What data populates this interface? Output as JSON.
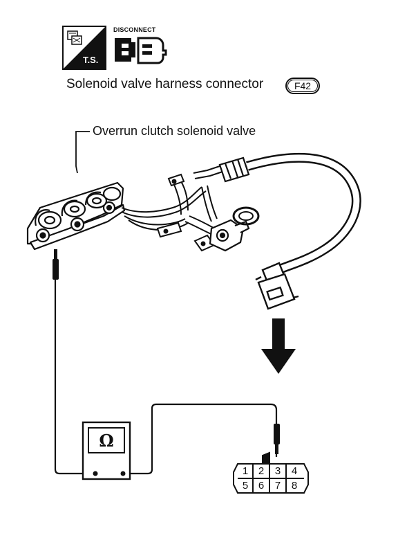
{
  "icons": {
    "troubleshooting": {
      "label": "T.S."
    },
    "disconnect": {
      "label": "DISCONNECT"
    }
  },
  "captions": {
    "connector": "Solenoid valve harness connector",
    "connector_id": "F42",
    "valve": "Overrun clutch solenoid valve"
  },
  "meter": {
    "symbol": "Ω"
  },
  "connector_pins": {
    "top_row": [
      "1",
      "2",
      "3",
      "4"
    ],
    "bottom_row": [
      "5",
      "6",
      "7",
      "8"
    ]
  }
}
